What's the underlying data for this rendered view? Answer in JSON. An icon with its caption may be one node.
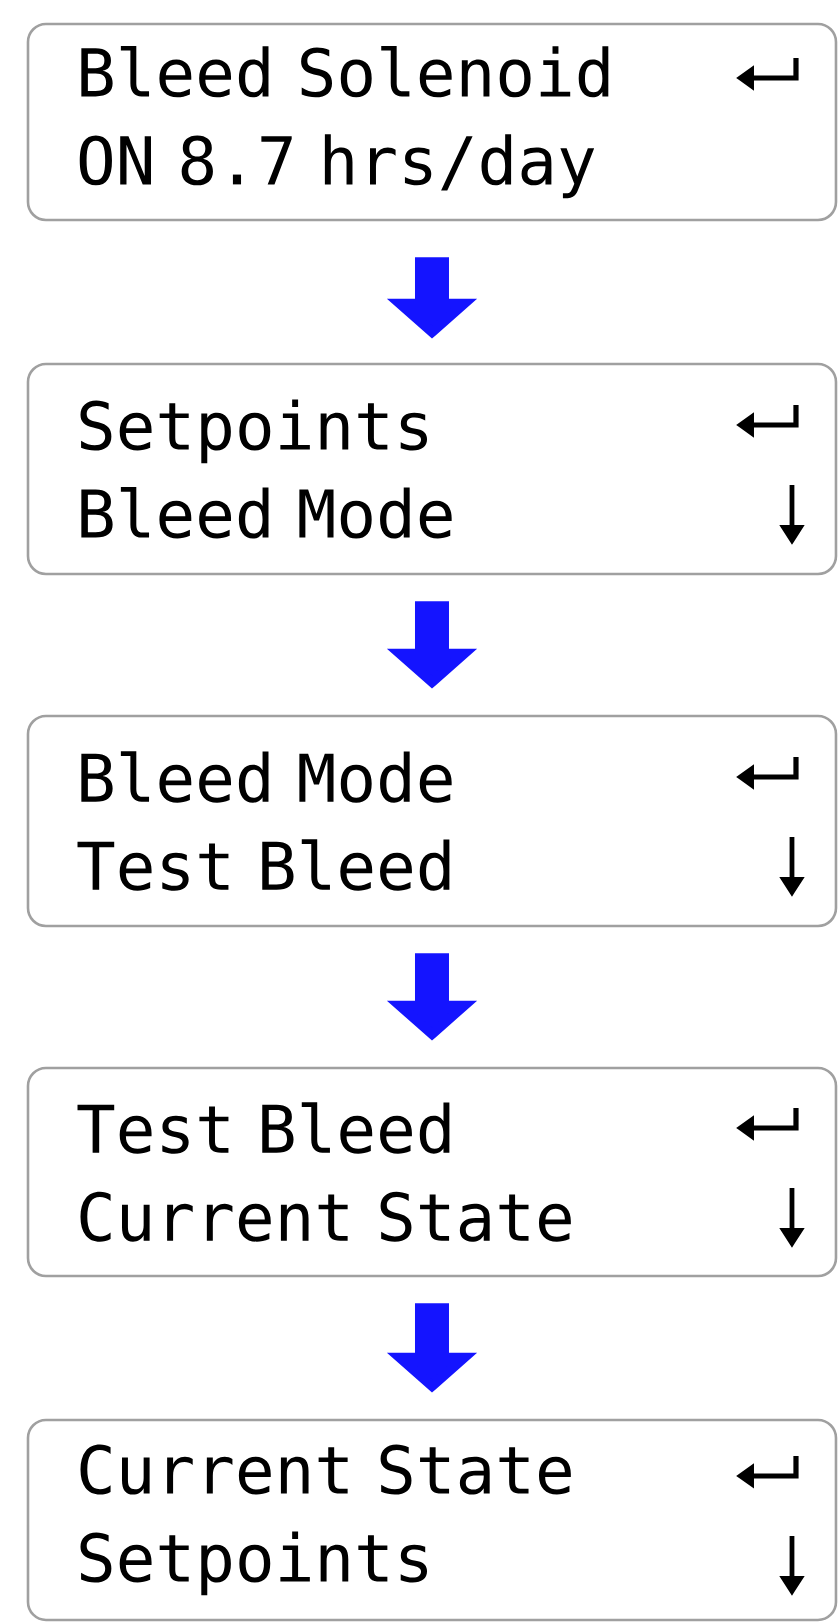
{
  "diagram": {
    "nodes": [
      {
        "text": [
          "Bleed Solenoid",
          "ON 8.7 hrs/day"
        ]
      },
      {
        "text": [
          "Setpoints",
          "Bleed Mode"
        ]
      },
      {
        "text": [
          "Bleed Mode",
          "Test Bleed"
        ]
      },
      {
        "text": [
          "Test Bleed",
          "Current State"
        ]
      },
      {
        "text": [
          "Current State",
          "Setpoints"
        ]
      }
    ],
    "edges": [
      {
        "from": 0,
        "to": 1,
        "arrow": "to"
      },
      {
        "from": 1,
        "to": 2,
        "arrow": "to"
      },
      {
        "from": 2,
        "to": 3,
        "arrow": "to"
      },
      {
        "from": 3,
        "to": 4,
        "arrow": "to"
      }
    ]
  }
}
